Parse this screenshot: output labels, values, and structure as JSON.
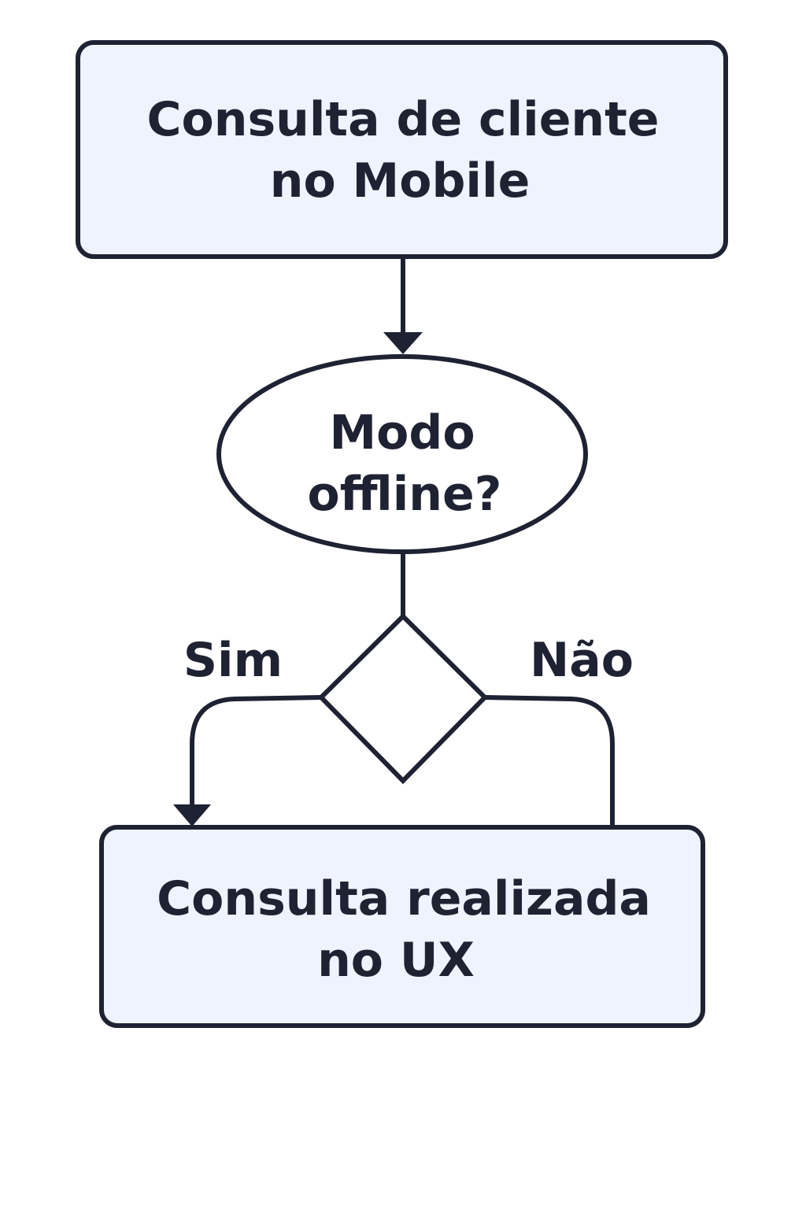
{
  "diagram": {
    "start_node": {
      "line1": "Consulta de cliente",
      "line2": "no Mobile"
    },
    "question_node": {
      "line1": "Modo",
      "line2": "offline?"
    },
    "branches": {
      "yes_label": "Sim",
      "no_label": "Não"
    },
    "end_node": {
      "line1": "Consulta realizada",
      "line2": "no UX"
    }
  },
  "colors": {
    "stroke": "#1f2233",
    "box_fill": "#edf4fe",
    "ellipse_fill": "#ffffff",
    "text": "#1f2233"
  }
}
